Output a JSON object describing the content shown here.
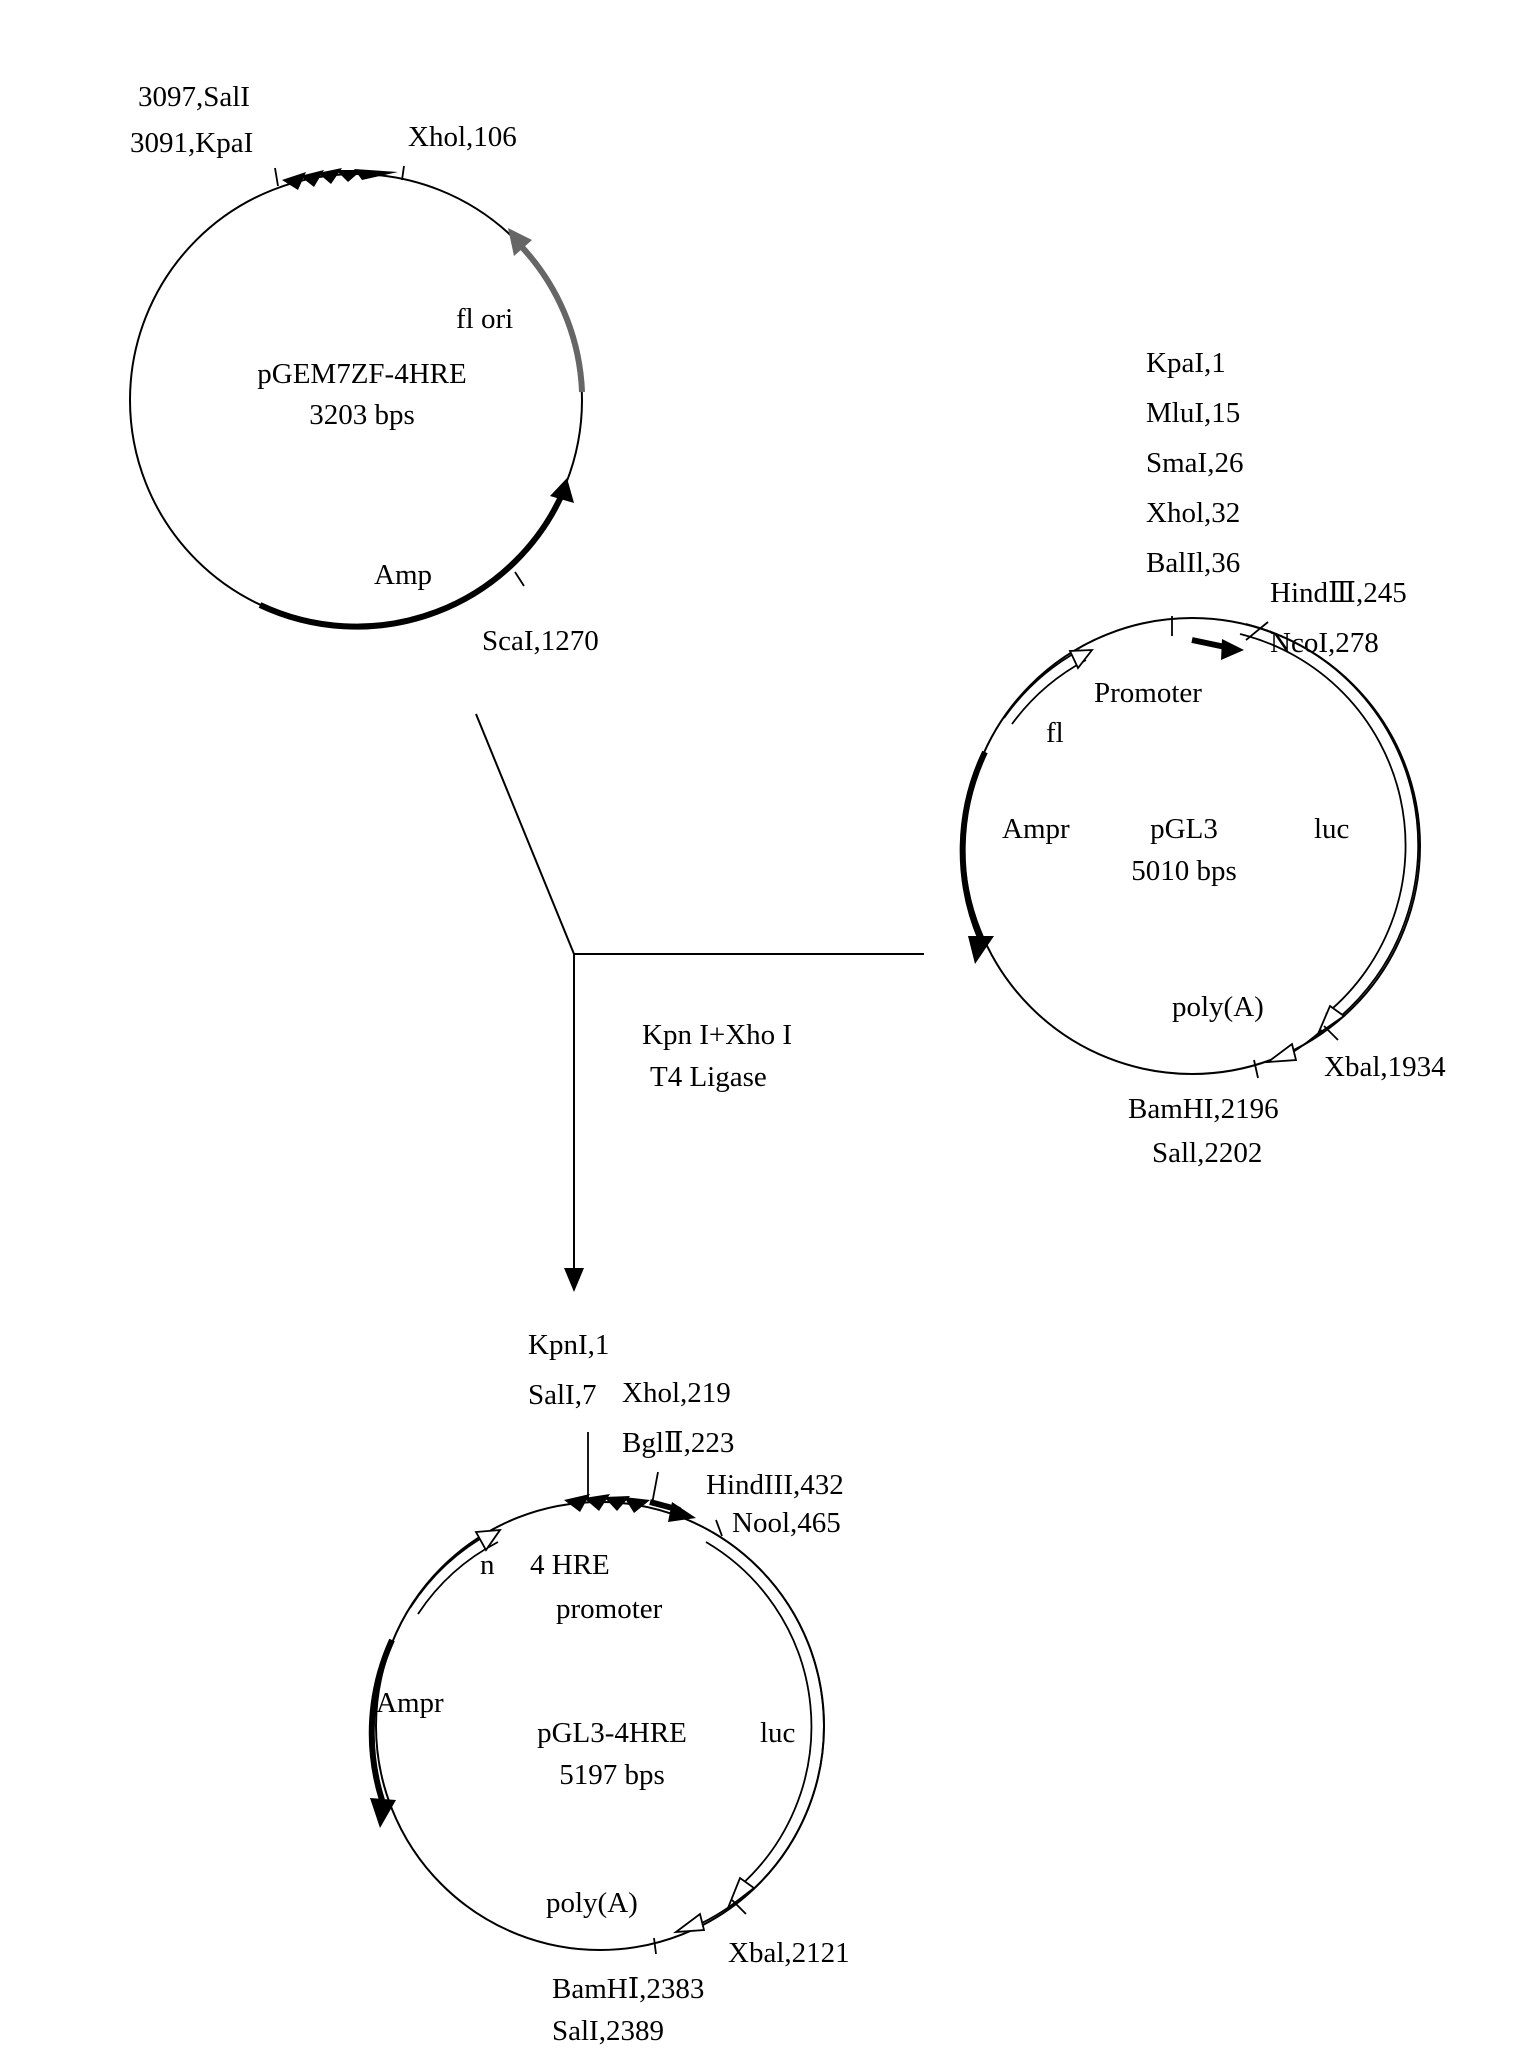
{
  "plasmids": {
    "pgem": {
      "name": "pGEM7ZF-4HRE",
      "size": "3203 bps",
      "site_salI": "3097,SalI",
      "site_kpaI": "3091,KpaI",
      "site_xhol": "Xhol,106",
      "site_scaI": "ScaI,1270",
      "feature_f1ori": "fl  ori",
      "feature_amp": "Amp"
    },
    "pgl3": {
      "name": "pGL3",
      "size": "5010 bps",
      "site_kpaI": "KpaI,1",
      "site_mluI": "MluI,15",
      "site_smaI": "SmaI,26",
      "site_xhol": "Xhol,32",
      "site_balII": "BalIl,36",
      "site_hindIII": "HindⅢ,245",
      "site_ncoI": "NcoI,278",
      "site_xbal": "Xbal,1934",
      "site_bamHI": "BamHI,2196",
      "site_salI": "Sall,2202",
      "feature_promoter": "Promoter",
      "feature_f1": "fl",
      "feature_ampr": "Ampr",
      "feature_luc": "luc",
      "feature_polyA": "poly(A)"
    },
    "pgl3_4hre": {
      "name": "pGL3-4HRE",
      "size": "5197 bps",
      "site_kpnI": "KpnI,1",
      "site_salI": "SalI,7",
      "site_xhol": "Xhol,219",
      "site_bglII": "BglⅡ,223",
      "site_hindIII": "HindIII,432",
      "site_nool": "Nool,465",
      "site_xbal": "Xbal,2121",
      "site_bamHI": "BamHⅠ,2383",
      "site_salI_2": "SalI,2389",
      "feature_n": "n",
      "feature_4hre": "4 HRE",
      "feature_promoter": "promoter",
      "feature_ampr": "Ampr",
      "feature_luc": "luc",
      "feature_polyA": "poly(A)"
    }
  },
  "process": {
    "enzymes": "Kpn I+Xho I",
    "ligase": "T4   Ligase"
  }
}
